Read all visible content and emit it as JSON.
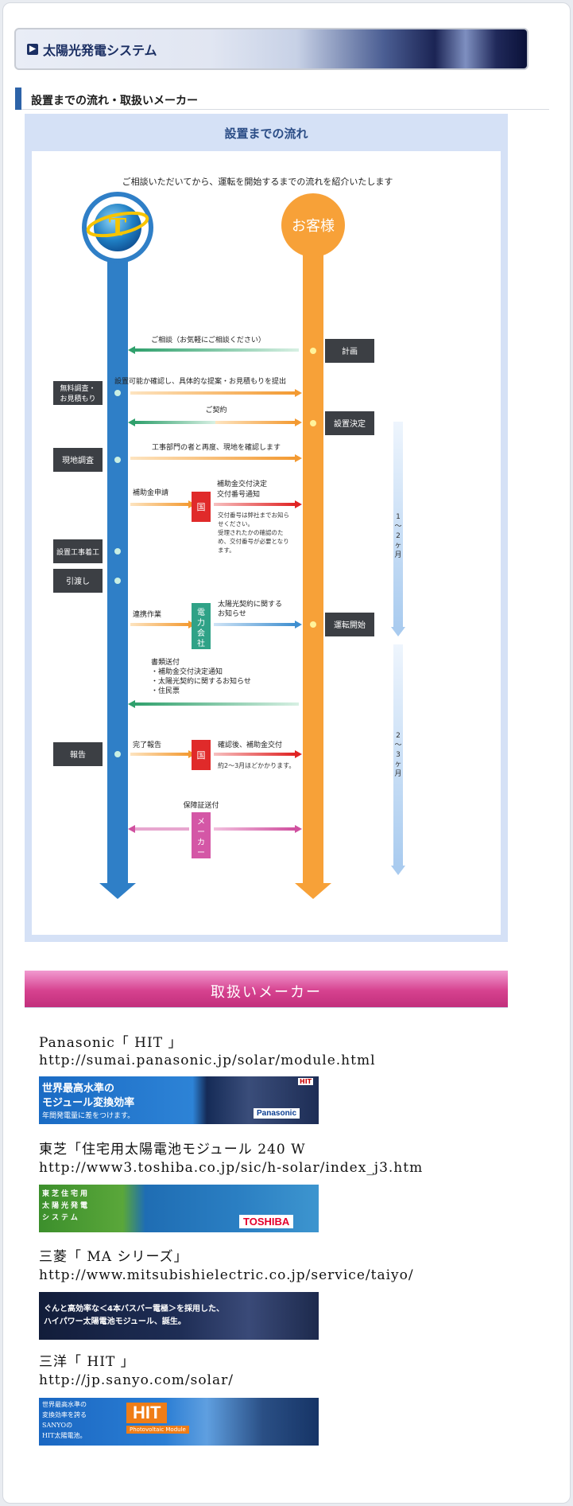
{
  "header": {
    "title": "太陽光発電システム"
  },
  "section": {
    "title": "設置までの流れ・取扱いメーカー"
  },
  "flow": {
    "title": "設置までの流れ",
    "intro": "ご相談いただいてから、運転を開始するまでの流れを紹介いたします",
    "customer": "お客様",
    "steps_left": [
      "無料調査・",
      "お見積もり",
      "現地調査",
      "設置工事着工",
      "引渡し",
      "報告"
    ],
    "steps_right": [
      "計画",
      "設置決定",
      "運転開始"
    ],
    "arrows": {
      "consult": "ご相談（お気軽にご相談ください）",
      "propose": "設置可能か確認し、具体的な提案・お見積もりを提出",
      "contract": "ご契約",
      "survey": "工事部門の者と再度、現地を確認します",
      "subsidy_apply": "補助金申請",
      "subsidy_notice_1": "補助金交付決定",
      "subsidy_notice_2": "交付番号通知",
      "subsidy_note": [
        "交付番号は弊社までお知ら",
        "せください。",
        "受理されたかの確認のた",
        "め、交付番号が必要となり",
        "ます。"
      ],
      "link_work": "連携作業",
      "solar_contract_1": "太陽光契約に関する",
      "solar_contract_2": "お知らせ",
      "docs": [
        "書類送付",
        "・補助金交付決定通知",
        "・太陽光契約に関するお知らせ",
        "・住民票"
      ],
      "complete": "完了報告",
      "confirm_grant": "確認後、補助金交付",
      "grant_time": "約2～3月ほどかかります。",
      "warranty": "保障証送付"
    },
    "boxes": {
      "gov": "国",
      "power": [
        "電",
        "力",
        "会",
        "社"
      ],
      "maker": [
        "メ",
        "ー",
        "カ",
        "ー"
      ]
    },
    "durations": [
      "1",
      "～",
      "2",
      "ヶ",
      "月",
      "2",
      "～",
      "3",
      "ヶ",
      "月"
    ]
  },
  "makers": {
    "title": "取扱いメーカー",
    "items": [
      {
        "name": "Panasonic「 HIT 」",
        "url": "http://sumai.panasonic.jp/solar/module.html",
        "banner": [
          "世界最高水準の",
          "モジュール変換効率",
          "年間発電量に差をつけます。",
          "Panasonic",
          "HIT"
        ]
      },
      {
        "name": "東芝「住宅用太陽電池モジュール 240 W",
        "url": "http://www3.toshiba.co.jp/sic/h-solar/index_j3.htm",
        "banner": [
          "東芝住宅用",
          "太陽光発電",
          "システム",
          "TOSHIBA"
        ]
      },
      {
        "name": "三菱「 MA シリーズ」",
        "url": "http://www.mitsubishielectric.co.jp/service/taiyo/",
        "banner": [
          "ぐんと高効率な＜4本バスバー電極＞を採用した、",
          "ハイパワー太陽電池モジュール、誕生。"
        ]
      },
      {
        "name": "三洋「 HIT 」",
        "url": "http://jp.sanyo.com/solar/",
        "banner": [
          "世界最高水準の",
          "変換効率を誇る",
          "SANYOの",
          "HIT太陽電池。",
          "HIT",
          "Photovoltaic Module"
        ]
      }
    ]
  },
  "colors": {
    "blue_line": "#2f7fc7",
    "orange_line": "#f7a138",
    "dark_box": "#3c3f44",
    "red_box": "#e02a2a",
    "green_box": "#2fa287",
    "pink_box": "#d457a6"
  }
}
